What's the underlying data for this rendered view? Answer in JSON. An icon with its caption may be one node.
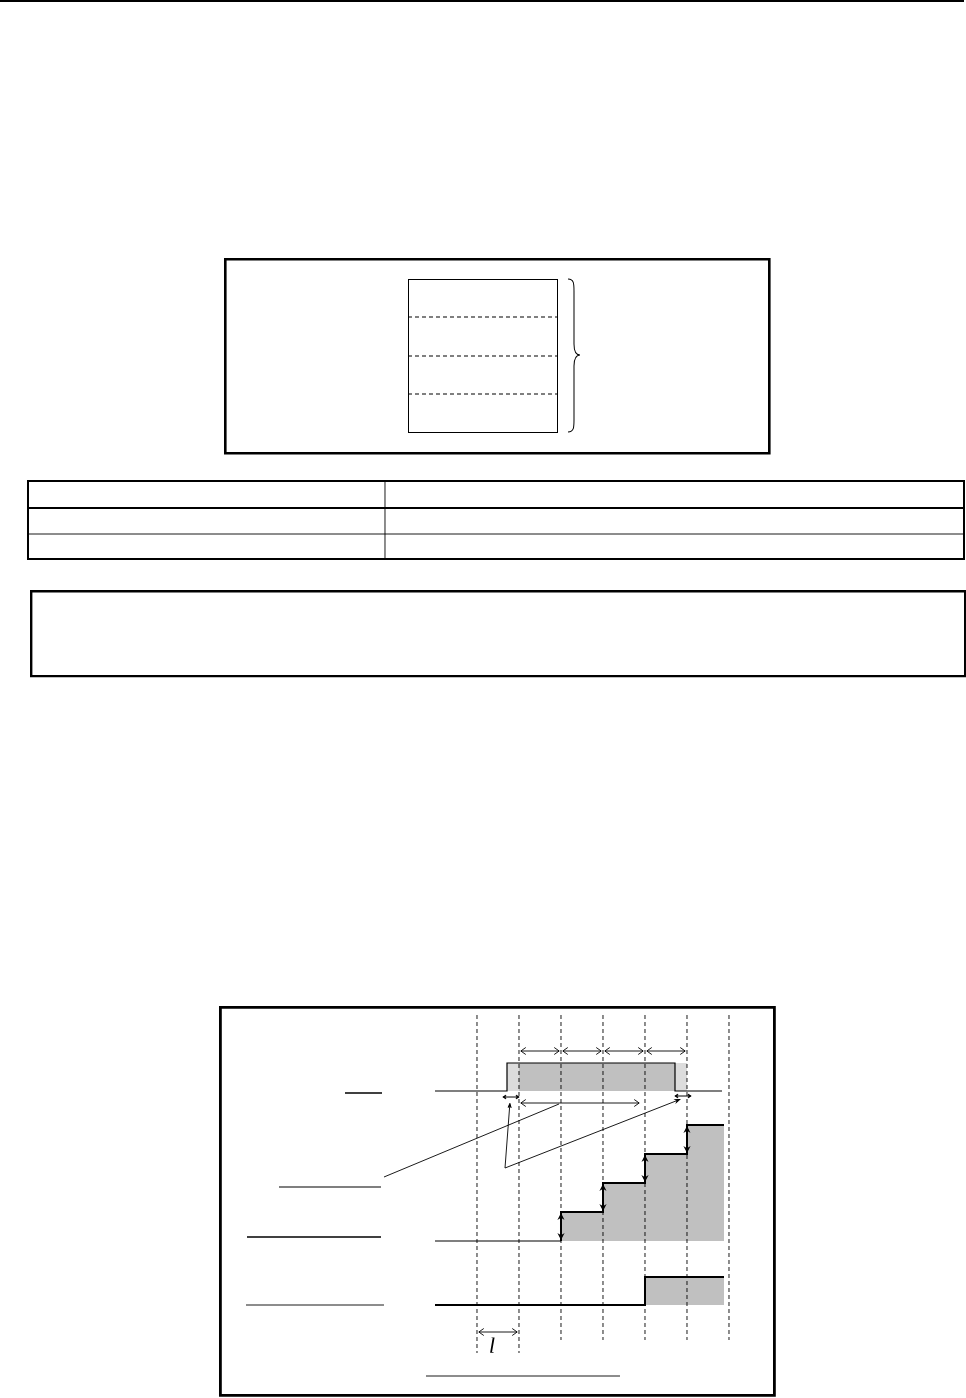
{
  "diagram": {
    "nodes": [
      {
        "text": [],
        "shape": "box"
      },
      {
        "text": [],
        "shape": "box",
        "in": 0
      },
      {
        "text": [],
        "shape": "box"
      },
      {
        "text": [],
        "shape": "box"
      }
    ],
    "labels": [
      "l"
    ]
  }
}
